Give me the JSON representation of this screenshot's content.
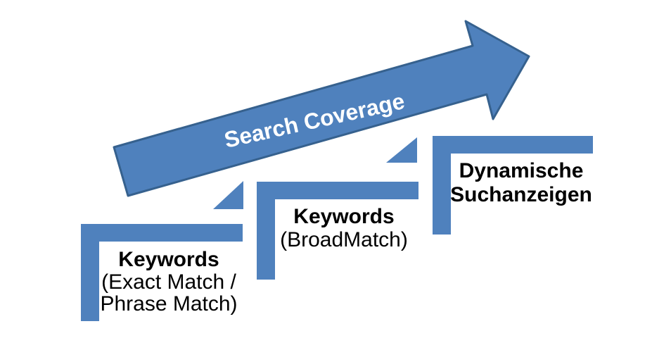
{
  "arrow": {
    "label": "Search Coverage"
  },
  "steps": [
    {
      "line1": "Keywords",
      "line2": "(Exact Match /",
      "line3": "Phrase Match)"
    },
    {
      "line1": "Keywords",
      "line2": "(BroadMatch)"
    },
    {
      "line1": "Dynamische",
      "line2": "Suchanzeigen"
    }
  ],
  "colors": {
    "shape_fill": "#4f81bd",
    "arrow_border": "#36618e",
    "arrow_label": "#ffffff",
    "step_text": "#000000",
    "background": "#ffffff"
  }
}
